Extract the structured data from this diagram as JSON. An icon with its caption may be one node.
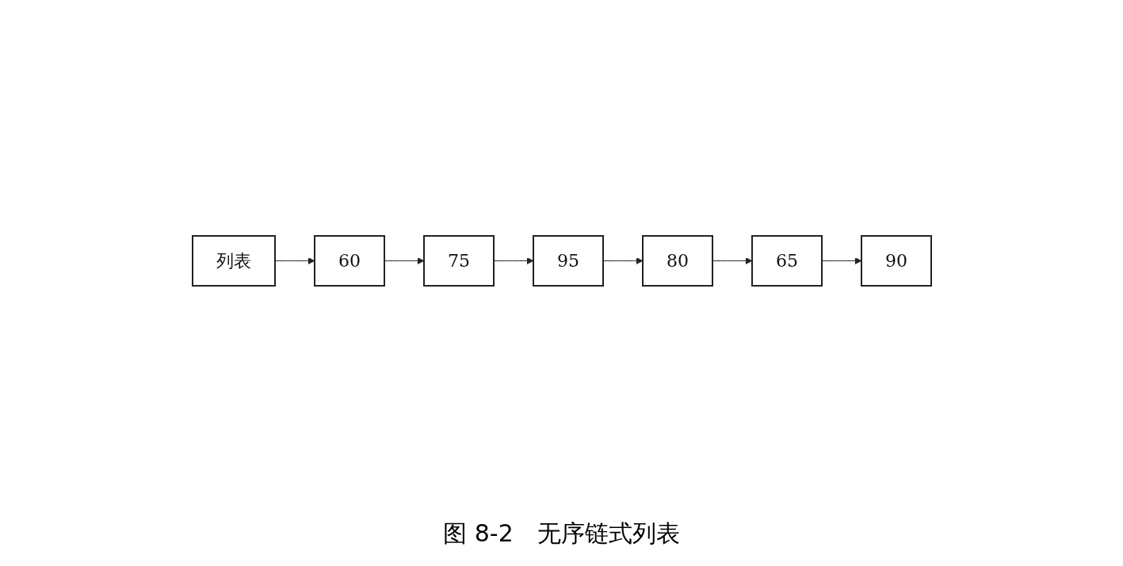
{
  "diagram": {
    "caption": "图 8-2　无序链式列表",
    "nodes": [
      {
        "text": [
          "列表"
        ]
      },
      {
        "text": [
          "60"
        ]
      },
      {
        "text": [
          "75"
        ]
      },
      {
        "text": [
          "95"
        ]
      },
      {
        "text": [
          "80"
        ]
      },
      {
        "text": [
          "65"
        ]
      },
      {
        "text": [
          "90"
        ]
      }
    ],
    "edges": [
      {
        "from": 0,
        "to": 1,
        "arrow": "to"
      },
      {
        "from": 1,
        "to": 2,
        "arrow": "to"
      },
      {
        "from": 2,
        "to": 3,
        "arrow": "to"
      },
      {
        "from": 3,
        "to": 4,
        "arrow": "to"
      },
      {
        "from": 4,
        "to": 5,
        "arrow": "to"
      },
      {
        "from": 5,
        "to": 6,
        "arrow": "to"
      }
    ]
  }
}
